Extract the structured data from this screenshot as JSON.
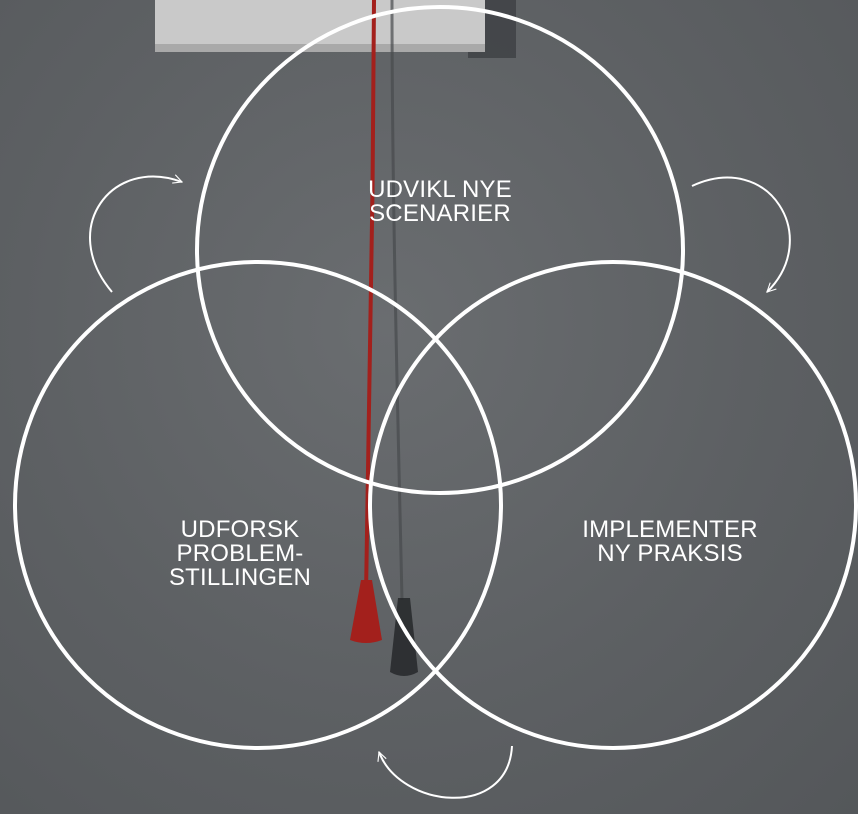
{
  "colors": {
    "background": "#5c5f62",
    "wall_shadow": "#4a4d50",
    "box": "#c9c9c9",
    "cord": "#a3201c",
    "lines": "#ffffff"
  },
  "circles": [
    {
      "id": "top",
      "label": "UDVIKL NYE\nSCENARIER"
    },
    {
      "id": "left",
      "label": "UDFORSK\nPROBLEM-\nSTILLINGEN"
    },
    {
      "id": "right",
      "label": "IMPLEMENTER\nNY PRAKSIS"
    }
  ],
  "arrows": [
    {
      "id": "left-to-top",
      "direction": "clockwise"
    },
    {
      "id": "top-to-right",
      "direction": "clockwise"
    },
    {
      "id": "right-to-left",
      "direction": "clockwise"
    }
  ]
}
